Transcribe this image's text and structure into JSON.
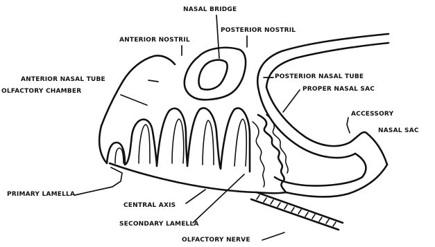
{
  "labels": {
    "nasal_bridge": "NASAL BRIDGE",
    "anterior_nostril": "ANTERIOR NOSTRIL",
    "posterior_nostril": "POSTERIOR NOSTRIL",
    "anterior_nasal_tube": "ANTERIOR NASAL TUBE",
    "olfactory_chamber": "OLFACTORY CHAMBER",
    "posterior_nasal_tube": "POSTERIOR NASAL TUBE",
    "proper_nasal_sac": "PROPER NASAL SAC",
    "accessory": "ACCESSORY",
    "nasal_sac": "NASAL SAC",
    "primary_lamella": "PRIMARY LAMELLA",
    "central_axis": "CENTRAL AXIS",
    "secondary_lamella": "SECONDARY LAMELLA",
    "olfactory_nerve": "OLFACTORY NERVE"
  }
}
